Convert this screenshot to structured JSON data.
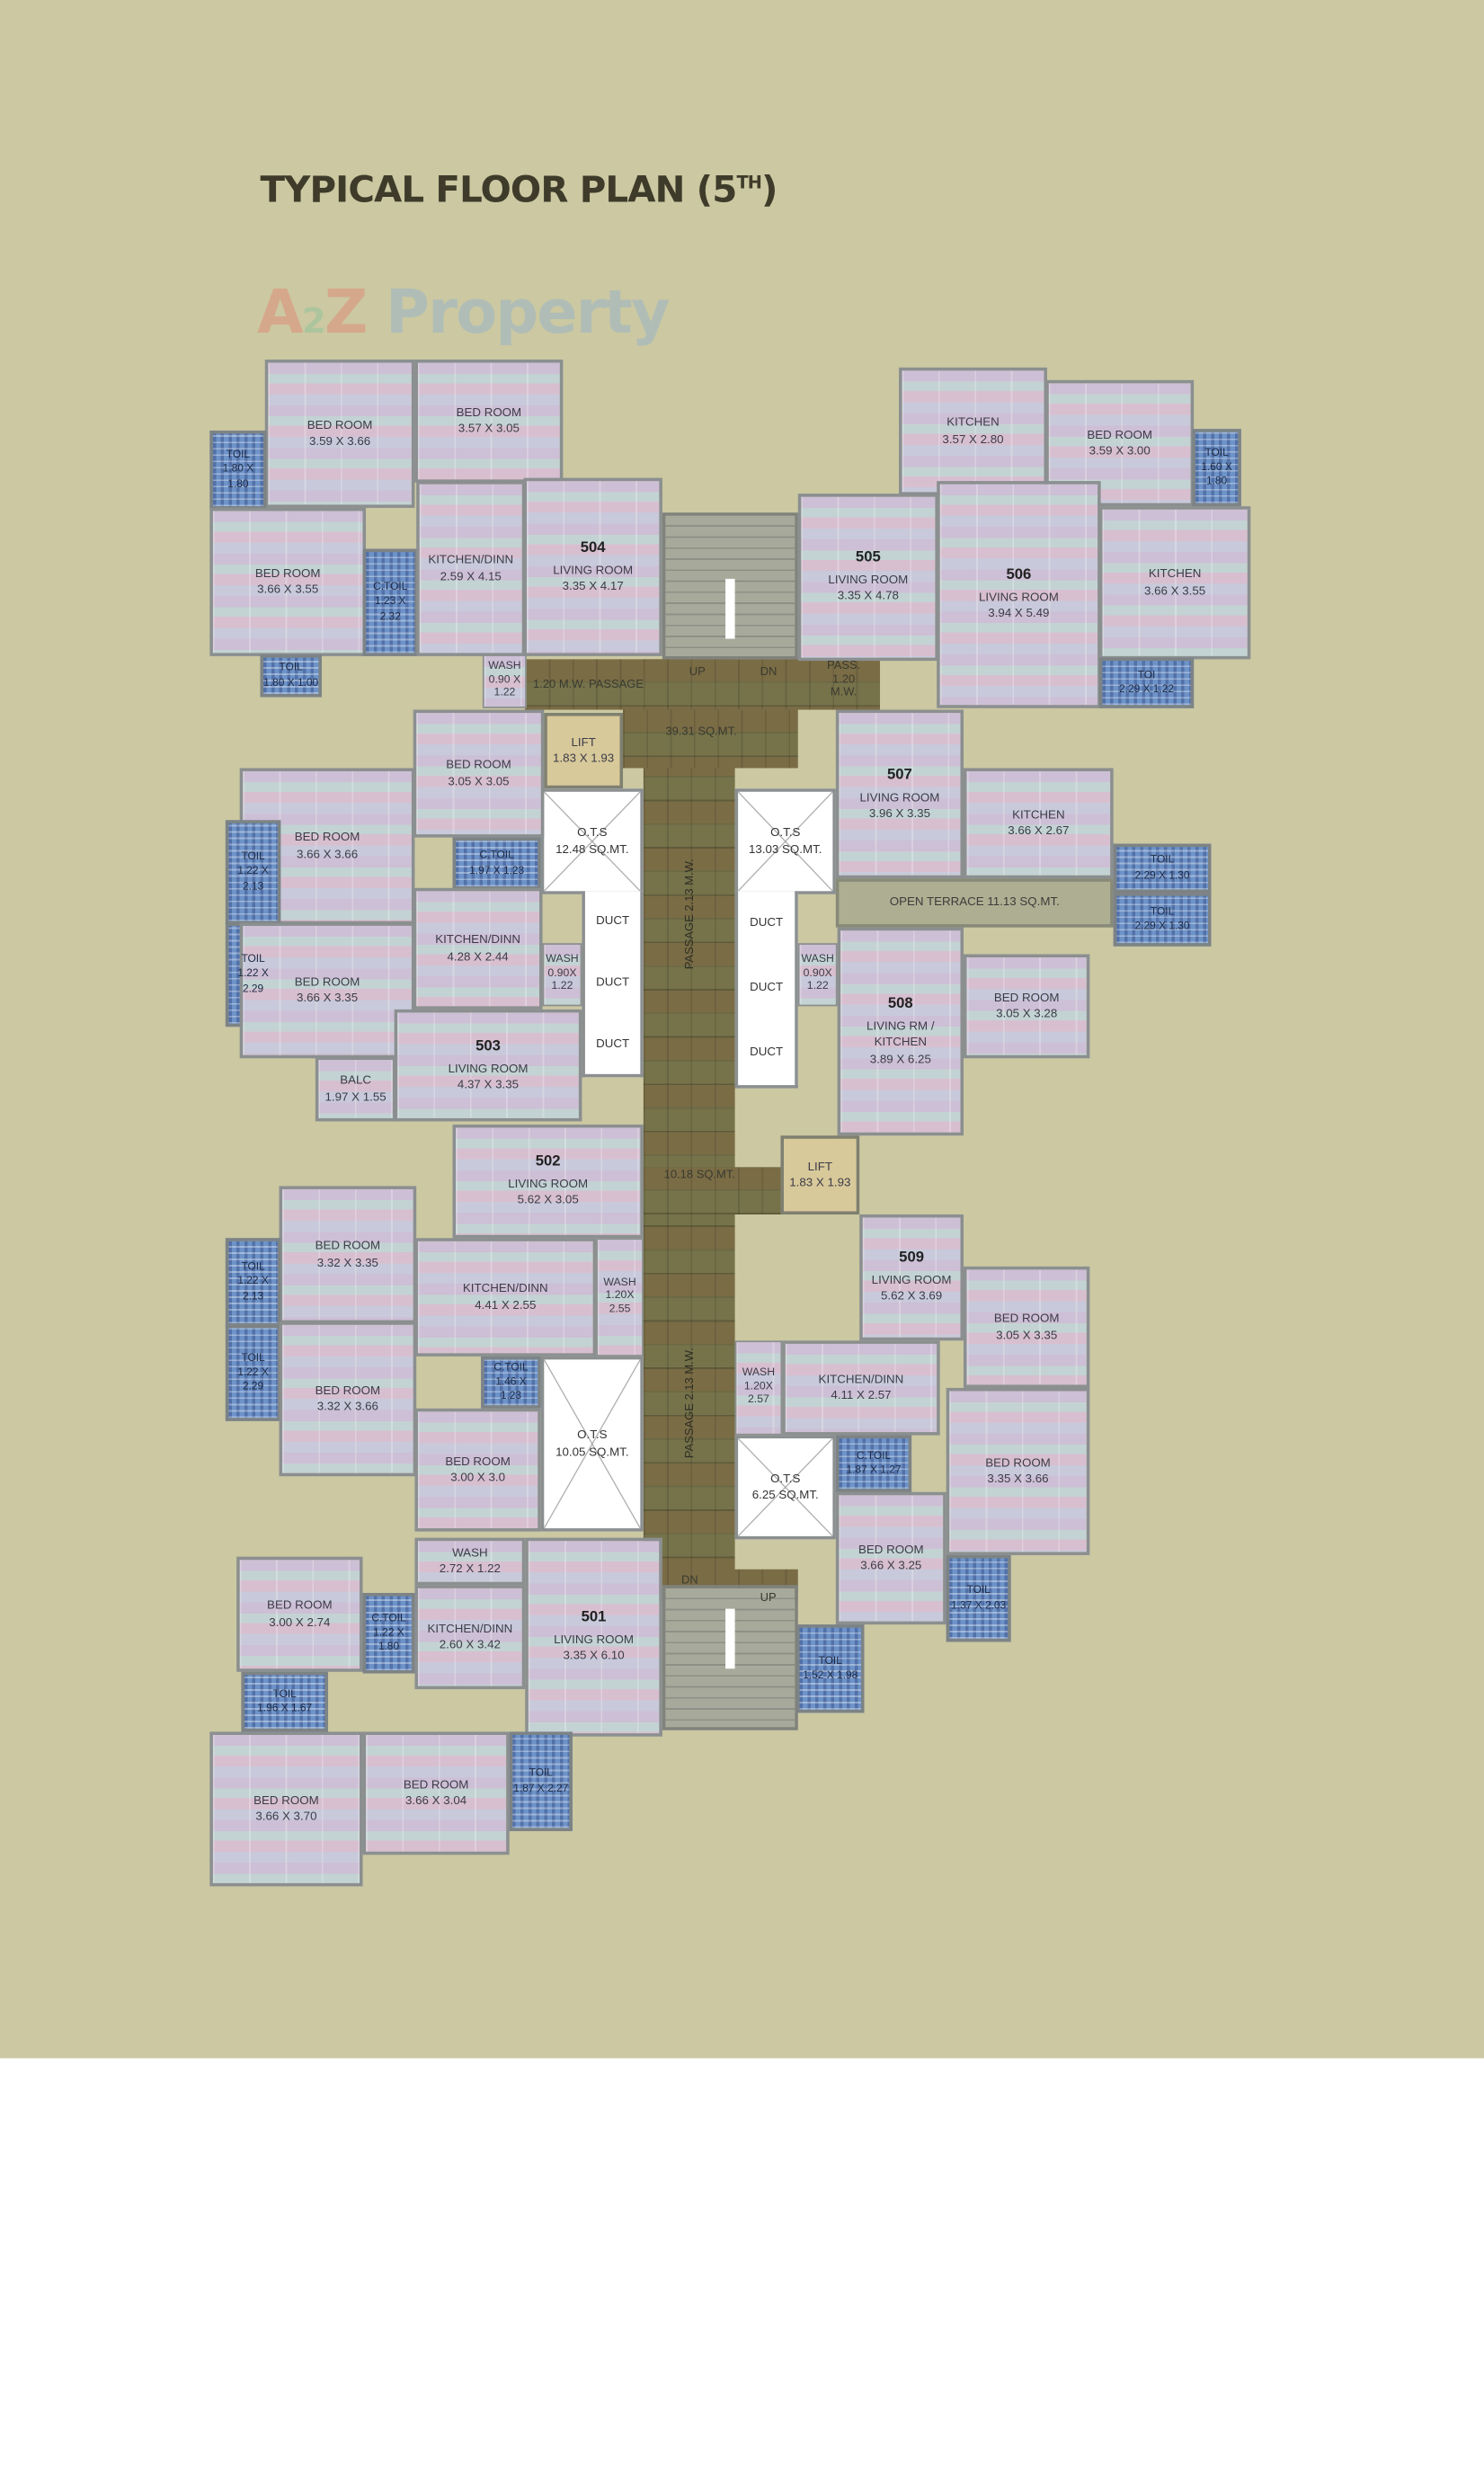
{
  "title": {
    "main": "TYPICAL FLOOR PLAN (5",
    "sup": "TH",
    "close": ")"
  },
  "watermark": {
    "a": "A",
    "two": "2",
    "z": "Z",
    "rest": "Property",
    "colors": [
      "#e08f7a",
      "#93c49a",
      "#e08f7a",
      "#9ab5c8",
      "#e5c86a",
      "#e9a86c",
      "#a6cf9c"
    ]
  },
  "colors": {
    "background": "#cbc8a2",
    "room": "#cdbfd5",
    "toilet": "#6e93c8",
    "passage": "#74683f",
    "lift": "#d8c99a",
    "ots": "#ffffff"
  },
  "units": {
    "u504": {
      "number": "504",
      "rooms": [
        {
          "name": "BED ROOM",
          "size": "3.59 X 3.66"
        },
        {
          "name": "BED ROOM",
          "size": "3.57 X 3.05"
        },
        {
          "name": "TOIL",
          "size": "1.80 X 1.80"
        },
        {
          "name": "BED ROOM",
          "size": "3.66 X 3.55"
        },
        {
          "name": "C.TOIL",
          "size": "1.23 X 2.32"
        },
        {
          "name": "KITCHEN/DINN",
          "size": "2.59 X 4.15"
        },
        {
          "name": "LIVING ROOM",
          "size": "3.35 X 4.17"
        },
        {
          "name": "TOIL",
          "size": "1.80 X 1.00"
        },
        {
          "name": "WASH",
          "size": "0.90 X 1.22"
        }
      ]
    },
    "u505": {
      "number": "505",
      "rooms": [
        {
          "name": "LIVING ROOM",
          "size": "3.35 X 4.78"
        }
      ]
    },
    "u506": {
      "number": "506",
      "rooms": [
        {
          "name": "KITCHEN",
          "size": "3.57 X 2.80"
        },
        {
          "name": "BED ROOM",
          "size": "3.59 X 3.00"
        },
        {
          "name": "TOIL",
          "size": "1.60 X 1.80"
        },
        {
          "name": "LIVING ROOM",
          "size": "3.94 X 5.49"
        },
        {
          "name": "KITCHEN",
          "size": "3.66 X 3.55"
        },
        {
          "name": "TOI",
          "size": "2.29 X 1.22"
        }
      ]
    },
    "u503": {
      "number": "503",
      "rooms": [
        {
          "name": "BED ROOM",
          "size": "3.05 X 3.05"
        },
        {
          "name": "BED ROOM",
          "size": "3.66 X 3.66"
        },
        {
          "name": "TOIL",
          "size": "1.22 X 2.13"
        },
        {
          "name": "TOIL",
          "size": "1.22 X 2.29"
        },
        {
          "name": "C.TOIL",
          "size": "1.97 X 1.23"
        },
        {
          "name": "BED ROOM",
          "size": "3.66 X 3.35"
        },
        {
          "name": "KITCHEN/DINN",
          "size": "4.28 X 2.44"
        },
        {
          "name": "LIVING ROOM",
          "size": "4.37 X 3.35"
        },
        {
          "name": "BALC",
          "size": "1.97 X 1.55"
        },
        {
          "name": "WASH",
          "size": "0.90X 1.22"
        }
      ]
    },
    "u507": {
      "number": "507",
      "rooms": [
        {
          "name": "LIVING ROOM",
          "size": "3.96 X 3.35"
        },
        {
          "name": "KITCHEN",
          "size": "3.66 X 2.67"
        },
        {
          "name": "TOIL",
          "size": "2.29 X 1.30"
        },
        {
          "name": "TOIL",
          "size": "2.29 X 1.30"
        }
      ]
    },
    "u508": {
      "number": "508",
      "rooms": [
        {
          "name": "LIVING RM / KITCHEN",
          "size": "3.89 X 6.25"
        },
        {
          "name": "BED ROOM",
          "size": "3.05 X 3.28"
        },
        {
          "name": "WASH",
          "size": "0.90X 1.22"
        }
      ]
    },
    "u502": {
      "number": "502",
      "rooms": [
        {
          "name": "LIVING ROOM",
          "size": "5.62 X 3.05"
        },
        {
          "name": "BED ROOM",
          "size": "3.32 X 3.35"
        },
        {
          "name": "TOIL",
          "size": "1.22 X 2.13"
        },
        {
          "name": "TOIL",
          "size": "1.22 X 2.29"
        },
        {
          "name": "BED ROOM",
          "size": "3.32 X 3.66"
        },
        {
          "name": "KITCHEN/DINN",
          "size": "4.41 X 2.55"
        },
        {
          "name": "WASH",
          "size": "1.20X 2.55"
        },
        {
          "name": "C.TOIL",
          "size": "1.46 X 1.23"
        },
        {
          "name": "BED ROOM",
          "size": "3.00 X 3.0"
        }
      ]
    },
    "u509": {
      "number": "509",
      "rooms": [
        {
          "name": "LIVING ROOM",
          "size": "5.62 X 3.69"
        },
        {
          "name": "WASH",
          "size": "1.20X 2.57"
        },
        {
          "name": "KITCHEN/DINN",
          "size": "4.11 X 2.57"
        },
        {
          "name": "BED ROOM",
          "size": "3.05 X 3.35"
        },
        {
          "name": "C.TOIL",
          "size": "1.87 X 1.27"
        },
        {
          "name": "BED ROOM",
          "size": "3.35 X 3.66"
        },
        {
          "name": "BED ROOM",
          "size": "3.66 X 3.25"
        },
        {
          "name": "TOIL",
          "size": "1.37 X 2.03"
        },
        {
          "name": "TOIL",
          "size": "1.52 X 1.98"
        }
      ]
    },
    "u501": {
      "number": "501",
      "rooms": [
        {
          "name": "WASH",
          "size": "2.72 X 1.22"
        },
        {
          "name": "LIVING ROOM",
          "size": "3.35 X 6.10"
        },
        {
          "name": "KITCHEN/DINN",
          "size": "2.60 X 3.42"
        },
        {
          "name": "BED ROOM",
          "size": "3.00 X 2.74"
        },
        {
          "name": "C.TOIL",
          "size": "1.22 X 1.80"
        },
        {
          "name": "TOIL",
          "size": "1.96 X 1.67"
        },
        {
          "name": "BED ROOM",
          "size": "3.66 X 3.70"
        },
        {
          "name": "BED ROOM",
          "size": "3.66 X 3.04"
        },
        {
          "name": "TOIL",
          "size": "1.87 X 2.27"
        }
      ]
    }
  },
  "common": {
    "lift_top": {
      "name": "LIFT",
      "size": "1.83 X 1.93"
    },
    "lift_mid": {
      "name": "LIFT",
      "size": "1.83 X 1.93"
    },
    "ots": [
      {
        "name": "O.T.S",
        "area": "12.48 SQ.MT."
      },
      {
        "name": "O.T.S",
        "area": "13.03 SQ.MT."
      },
      {
        "name": "O.T.S",
        "area": "10.05 SQ.MT."
      },
      {
        "name": "O.T.S",
        "area": "6.25 SQ.MT."
      }
    ],
    "duct": "DUCT",
    "open_terrace": "OPEN TERRACE 11.13 SQ.MT.",
    "passage_top": "1.20 M.W. PASSAGE",
    "pass_right": "PASS. 1.20 M.W.",
    "lobby_top_area": "39.31 SQ.MT.",
    "lobby_mid_area": "10.18 SQ.MT.",
    "passage_vertical": "PASSAGE 2.13 M.W.",
    "up": "UP",
    "dn": "DN"
  }
}
